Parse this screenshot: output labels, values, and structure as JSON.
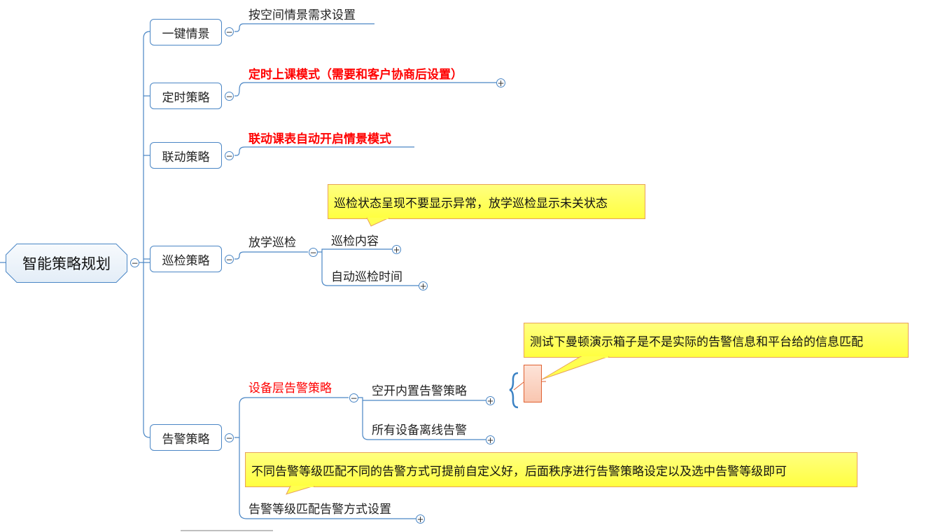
{
  "root": {
    "label": "智能策略规划"
  },
  "topics": [
    {
      "label": "一键情景",
      "children": [
        {
          "label": "按空间情景需求设置"
        }
      ]
    },
    {
      "label": "定时策略",
      "children": [
        {
          "label": "定时上课模式（需要和客户协商后设置）"
        }
      ]
    },
    {
      "label": "联动策略",
      "children": [
        {
          "label": "联动课表自动开启情景模式"
        }
      ]
    },
    {
      "label": "巡检策略",
      "children": [
        {
          "label": "放学巡检",
          "note": "巡检状态呈现不要显示异常，放学巡检显示未关状态",
          "children": [
            {
              "label": "巡检内容"
            },
            {
              "label": "自动巡检时间"
            }
          ]
        }
      ]
    },
    {
      "label": "告警策略",
      "children": [
        {
          "label": "设备层告警策略",
          "children": [
            {
              "label": "空开内置告警策略"
            },
            {
              "label": "所有设备离线告警"
            }
          ],
          "summary_note": "测试下曼顿演示箱子是不是实际的告警信息和平台给的信息匹配"
        },
        {
          "label": "告警等级匹配告警方式设置",
          "note": "不同告警等级匹配不同的告警方式可提前自定义好，后面秩序进行告警策略设定以及选中告警等级即可"
        }
      ]
    }
  ],
  "buttons": {
    "collapse": "−",
    "expand": "+"
  },
  "colors": {
    "line": "#4a86c5",
    "highlight": "#ff0000",
    "callout": "#ffff60"
  }
}
